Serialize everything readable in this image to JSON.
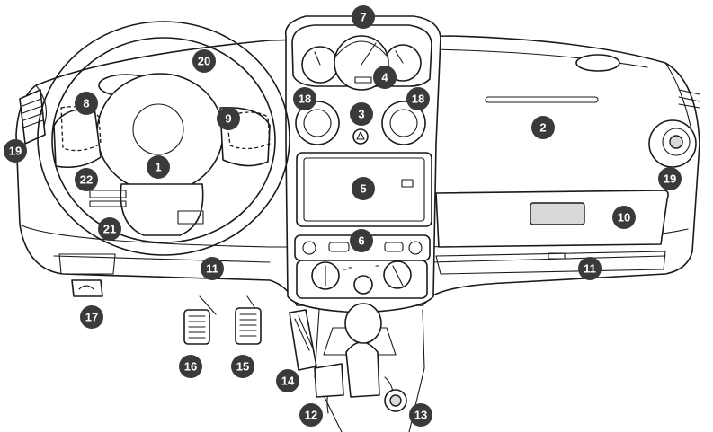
{
  "callouts": [
    {
      "id": "1",
      "label": "1"
    },
    {
      "id": "2",
      "label": "2"
    },
    {
      "id": "3",
      "label": "3"
    },
    {
      "id": "4",
      "label": "4"
    },
    {
      "id": "5",
      "label": "5"
    },
    {
      "id": "6",
      "label": "6"
    },
    {
      "id": "7",
      "label": "7"
    },
    {
      "id": "8",
      "label": "8"
    },
    {
      "id": "9",
      "label": "9"
    },
    {
      "id": "10",
      "label": "10"
    },
    {
      "id": "11a",
      "label": "11"
    },
    {
      "id": "11b",
      "label": "11"
    },
    {
      "id": "12",
      "label": "12"
    },
    {
      "id": "13",
      "label": "13"
    },
    {
      "id": "14",
      "label": "14"
    },
    {
      "id": "15",
      "label": "15"
    },
    {
      "id": "16",
      "label": "16"
    },
    {
      "id": "17",
      "label": "17"
    },
    {
      "id": "18a",
      "label": "18"
    },
    {
      "id": "18b",
      "label": "18"
    },
    {
      "id": "19a",
      "label": "19"
    },
    {
      "id": "19b",
      "label": "19"
    },
    {
      "id": "20",
      "label": "20"
    },
    {
      "id": "21",
      "label": "21"
    },
    {
      "id": "22",
      "label": "22"
    }
  ],
  "colors": {
    "marker_fill": "#3a3a3a",
    "marker_text": "#ffffff",
    "line": "#1a1a1a",
    "background": "#ffffff"
  }
}
